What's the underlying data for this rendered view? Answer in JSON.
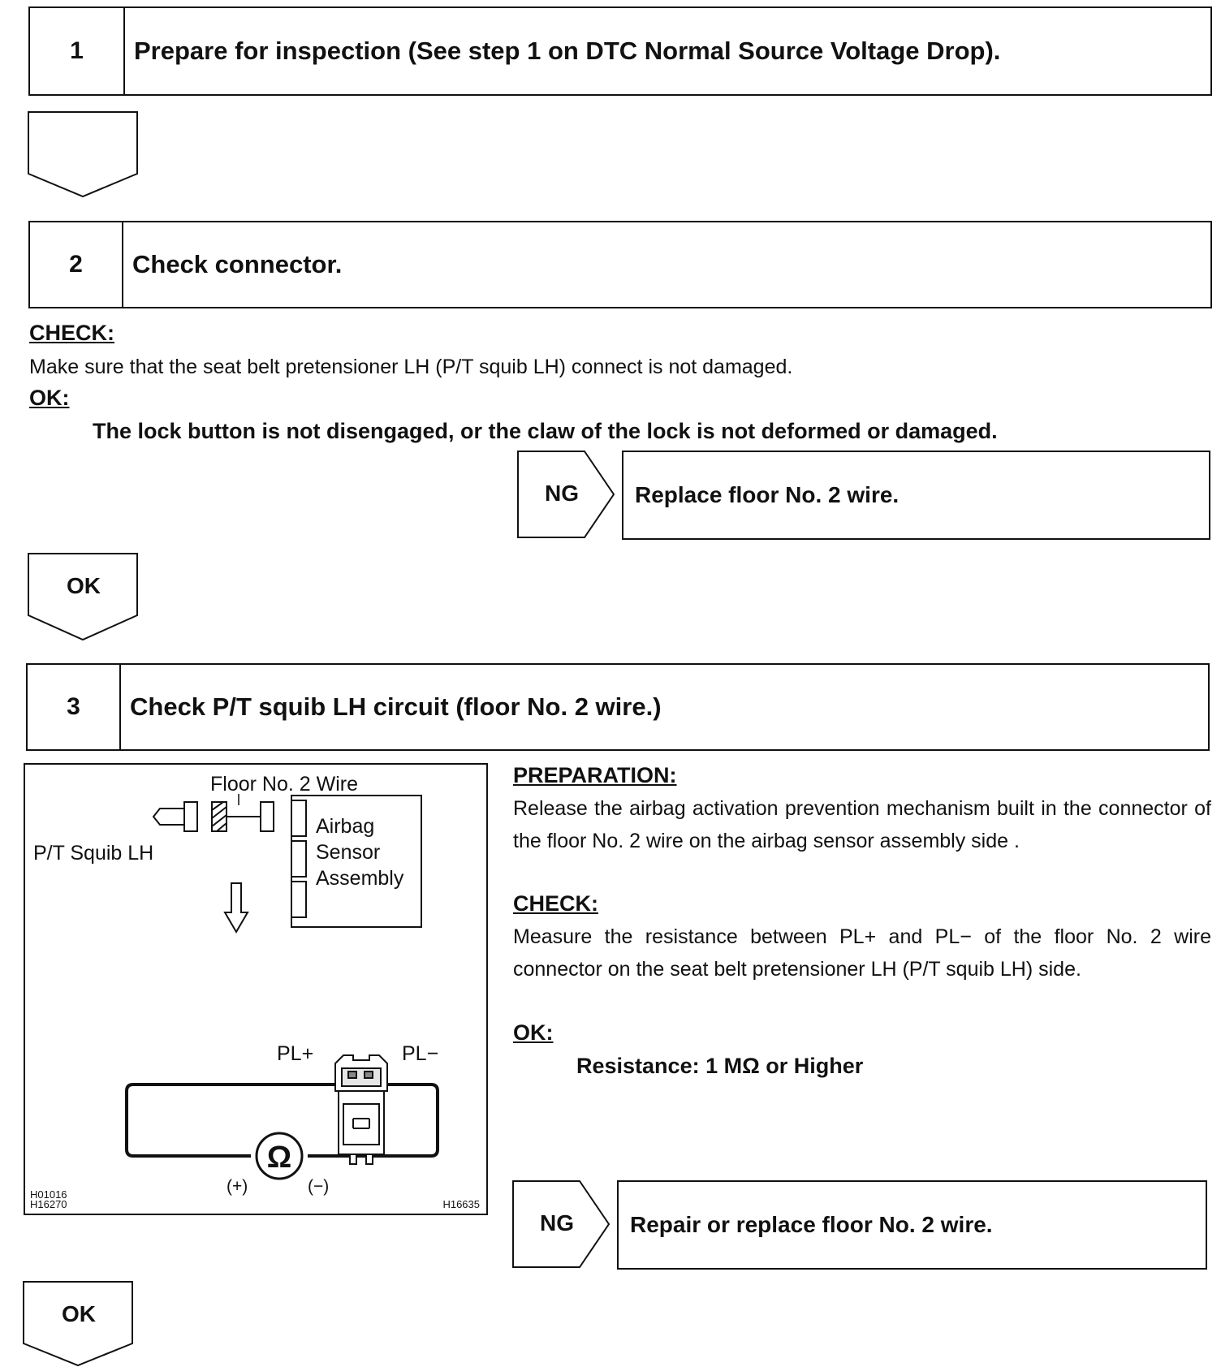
{
  "steps": [
    {
      "number": "1",
      "title": "Prepare for inspection (See step 1 on DTC Normal Source Voltage Drop)."
    },
    {
      "number": "2",
      "title": "Check connector."
    },
    {
      "number": "3",
      "title": "Check P/T squib LH circuit (floor No. 2 wire.)"
    }
  ],
  "step2": {
    "check_heading": "CHECK:",
    "check_text": "Make sure that the seat belt pretensioner LH (P/T squib LH) connect is not damaged.",
    "ok_heading": "OK:",
    "ok_text": "The lock button is not disengaged, or the claw of the lock is not deformed or damaged.",
    "ng_label": "NG",
    "ng_action": "Replace floor No. 2 wire."
  },
  "flow_ok_label": "OK",
  "step3": {
    "preparation_heading": "PREPARATION:",
    "preparation_text": "Release the airbag activation prevention mechanism built in the connector of the floor No. 2 wire on the airbag sensor assembly side .",
    "check_heading": "CHECK:",
    "check_text": "Measure the resistance between PL+ and PL− of the floor No. 2 wire connector on the seat belt pretensioner LH (P/T squib LH) side.",
    "ok_heading": "OK:",
    "ok_text": "Resistance: 1 MΩ or Higher",
    "ng_label": "NG",
    "ng_action": "Repair or replace floor No. 2 wire."
  },
  "figure": {
    "wire_label": "Floor No. 2 Wire",
    "squib_label": "P/T Squib LH",
    "sensor_label_lines": [
      "Airbag",
      "Sensor",
      "Assembly"
    ],
    "pl_plus": "PL+",
    "pl_minus": "PL−",
    "meter_symbol": "Ω",
    "meter_plus": "(+)",
    "meter_minus": "(−)",
    "code_left_1": "H01016",
    "code_left_2": "H16270",
    "code_right": "H16635"
  }
}
